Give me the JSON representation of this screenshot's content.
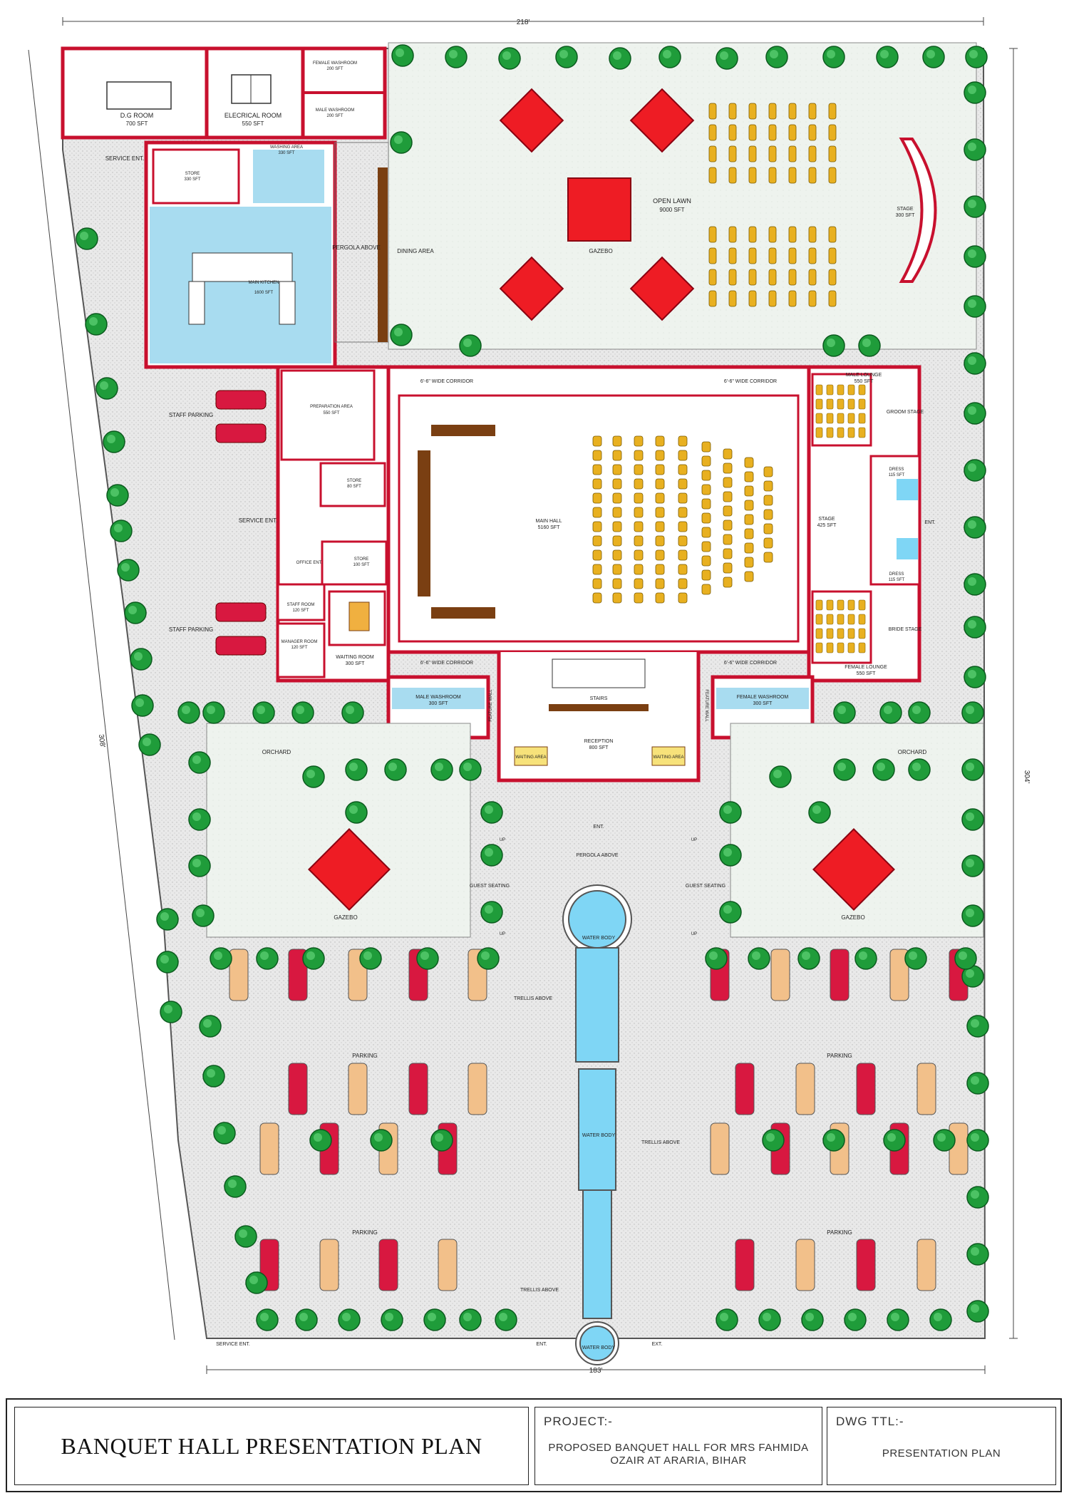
{
  "dimensions": {
    "top": "218'",
    "left": "308'",
    "right": "304'",
    "bottom": "183'"
  },
  "rooms": {
    "dg_room": {
      "name": "D.G ROOM",
      "area": "700 SFT"
    },
    "electrical_room": {
      "name": "ELECRICAL ROOM",
      "area": "550 SFT"
    },
    "female_washroom_top": {
      "name": "FEMALE WASHROOM",
      "area": "200 SFT"
    },
    "male_washroom_top": {
      "name": "MALE WASHROOM",
      "area": "200 SFT"
    },
    "store_top": {
      "name": "STORE",
      "area": "330 SFT"
    },
    "washing_area": {
      "name": "WASHING AREA",
      "area": "330 SFT"
    },
    "main_kitchen": {
      "name": "MAIN KITCHEN",
      "area": "1600 SFT"
    },
    "preparation_area": {
      "name": "PREPARATION AREA",
      "area": "550 SFT"
    },
    "store_mid": {
      "name": "STORE",
      "area": "80 SFT"
    },
    "store_small": {
      "name": "STORE",
      "area": "100 SFT"
    },
    "office_ent": "OFFICE ENT.",
    "staff_room": {
      "name": "STAFF ROOM",
      "area": "120 SFT"
    },
    "manager_room": {
      "name": "MANAGER ROOM",
      "area": "120 SFT"
    },
    "waiting_room": {
      "name": "WAITING ROOM",
      "area": "300 SFT"
    },
    "main_hall": {
      "name": "MAIN HALL",
      "area": "5160 SFT"
    },
    "male_lounge": {
      "name": "MALE LOUNGE",
      "area": "550 SFT"
    },
    "female_lounge": {
      "name": "FEMALE LOUNGE",
      "area": "550 SFT"
    },
    "groom_stage": "GROOM STAGE",
    "bride_stage": "BRIDE STAGE",
    "dress_top": {
      "name": "DRESS",
      "area": "115 SFT"
    },
    "dress_bottom": {
      "name": "DRESS",
      "area": "115 SFT"
    },
    "stage_hall": {
      "name": "STAGE",
      "area": "425 SFT"
    },
    "stage_lawn": {
      "name": "STAGE",
      "area": "300 SFT"
    },
    "open_lawn": {
      "name": "OPEN LAWN",
      "area": "9000 SFT"
    },
    "male_washroom_bottom": {
      "name": "MALE WASHROOM",
      "area": "300 SFT"
    },
    "female_washroom_bottom": {
      "name": "FEMALE WASHROOM",
      "area": "300 SFT"
    },
    "reception": {
      "name": "RECEPTION",
      "area": "800 SFT"
    }
  },
  "labels": {
    "service_ent": "SERVICE ENT.",
    "staff_parking": "STAFF PARKING",
    "pergola_above": "PERGOLA ABOVE",
    "dining_area": "DINING AREA",
    "gazebo": "GAZEBO",
    "corridor": "6'-6\" WIDE CORRIDOR",
    "feature_wall": "FEATURE WALL",
    "stairs": "STAIRS",
    "waiting_area": "WAITING AREA",
    "orchard": "ORCHARD",
    "guest_seating": "GUEST SEATING",
    "up": "UP",
    "water_body": "WATER BODY",
    "trellis_above": "TRELLIS ABOVE",
    "parking": "PARKING",
    "ent": "ENT.",
    "ext": "EXT."
  },
  "title_block": {
    "title": "BANQUET HALL  PRESENTATION PLAN",
    "project_label": "PROJECT:-",
    "project_line1": "PROPOSED BANQUET HALL FOR MRS FAHMIDA",
    "project_line2": "OZAIR AT ARARIA, BIHAR",
    "dwg_label": "DWG TTL:-",
    "dwg_value": "PRESENTATION PLAN"
  },
  "colors": {
    "wall": "#c8102e",
    "water": "#7fd6f5",
    "kitchen": "#a8dcf0",
    "lawn": "#eef3ee",
    "paving": "#e6e6e6",
    "seat": "#e8b020",
    "car_red": "#d81840",
    "car_tan": "#f2c08a",
    "tree": "#1f9c3a",
    "gazebo": "#ee1c24",
    "wood": "#7a3f12"
  }
}
